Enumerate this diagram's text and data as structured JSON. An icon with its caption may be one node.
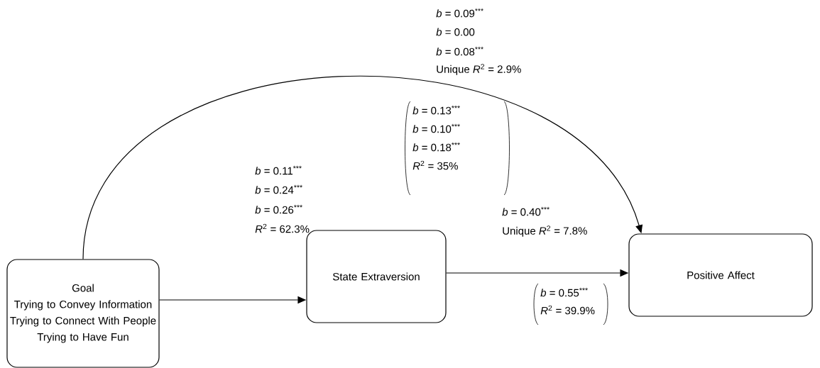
{
  "diagram": {
    "nodes": [
      {
        "text": [
          "Goal",
          "Trying to Convey Information",
          "Trying to Connect With People",
          "Trying to Have Fun"
        ]
      },
      {
        "text": [
          "State Extraversion"
        ]
      },
      {
        "text": [
          "Positive Affect"
        ]
      }
    ],
    "edges": [
      {
        "from": 0,
        "to": 1,
        "arrow": "to"
      },
      {
        "from": 1,
        "to": 2,
        "arrow": "to"
      },
      {
        "from": 0,
        "to": 2,
        "arrow": "to"
      }
    ],
    "labels": [
      "*b* = 0.09$^{***}$",
      "*b* = 0.00",
      "*b* = 0.08$^{***}$",
      "Unique *R*$^{2}$ = 2.9%",
      "*b* = 0.13$^{***}$",
      "*b* = 0.10$^{***}$",
      "*b* = 0.18$^{***}$",
      "*R*$^{2}$ = 35%",
      "*b* = 0.11$^{***}$",
      "*b* = 0.24$^{***}$",
      "*b* = 0.26$^{***}$",
      "*R*$^{2}$ = 62.3%",
      "*b* = 0.40$^{***}$",
      "Unique *R*$^{2}$ = 7.8%",
      "*b* = 0.55$^{***}$",
      "*R*$^{2}$ = 39.9%"
    ]
  }
}
